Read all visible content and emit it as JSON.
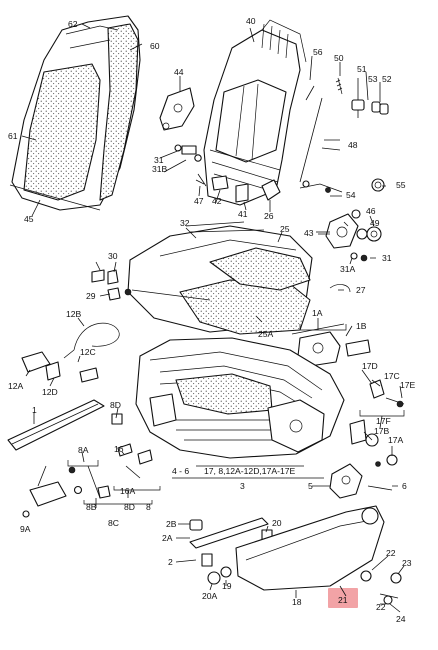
{
  "diagram": {
    "labels": [
      "62",
      "60",
      "40",
      "56",
      "50",
      "51",
      "53",
      "52",
      "44",
      "61",
      "48",
      "31",
      "31B",
      "55",
      "47",
      "42",
      "41",
      "26",
      "54",
      "43",
      "46",
      "49",
      "45",
      "32",
      "25",
      "31A",
      "31",
      "30",
      "27",
      "29",
      "12B",
      "1A",
      "1B",
      "12C",
      "25A",
      "12A",
      "12D",
      "17D",
      "17C",
      "17E",
      "1",
      "8D",
      "17F",
      "17B",
      "17A",
      "8A",
      "16",
      "4 - 6",
      "17, 8,12A-12D,17A-17E",
      "5",
      "6",
      "3",
      "16A",
      "9A",
      "8B",
      "8D",
      "8",
      "8C",
      "2B",
      "20",
      "2A",
      "2",
      "22",
      "19",
      "20A",
      "23",
      "18",
      "22",
      "21",
      "24"
    ],
    "highlight": {
      "label": "21",
      "color": "#f2a3a6"
    }
  }
}
